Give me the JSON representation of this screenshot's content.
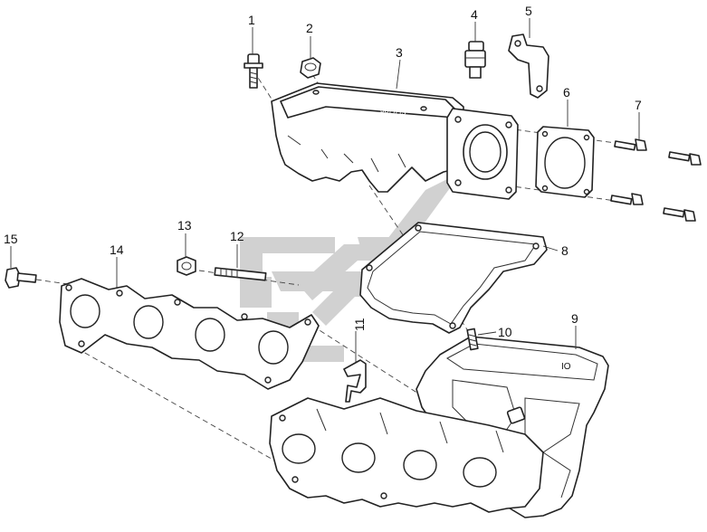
{
  "diagram": {
    "callouts": [
      "1",
      "2",
      "3",
      "4",
      "5",
      "6",
      "7",
      "8",
      "9",
      "10",
      "11",
      "12",
      "13",
      "14",
      "15"
    ],
    "embossed_text": "IO",
    "colors": {
      "line": "#222222",
      "watermark": "#c8c8c8",
      "background": "#ffffff"
    }
  }
}
